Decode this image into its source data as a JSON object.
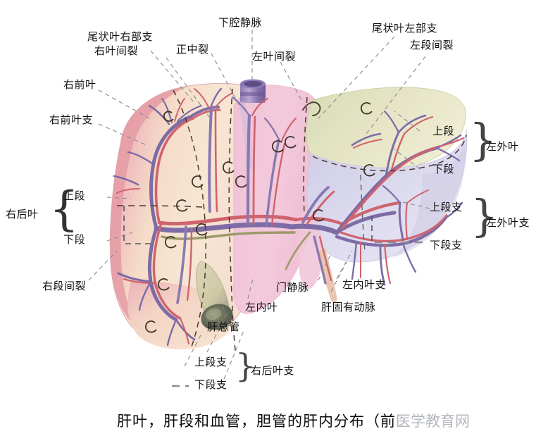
{
  "figure": {
    "title_zh": "肝叶，肝段和血管，胆管的肝内分布（前",
    "watermark": "医学教育网",
    "caption_suffix": ""
  },
  "labels": {
    "caudate_right_branch": "尾状叶右部支",
    "right_interlobar_fissure": "右叶间裂",
    "median_fissure": "正中裂",
    "inferior_vena_cava": "下腔静脉",
    "left_interlobar_fissure": "左叶间裂",
    "caudate_left_branch": "尾状叶左部支",
    "left_intersegmental_fissure": "左段间裂",
    "right_anterior_lobe": "右前叶",
    "right_anterior_lobe_branch": "右前叶支",
    "superior_segment_r": "上段",
    "inferior_segment_r": "下段",
    "right_posterior_lobe": "右后叶",
    "right_intersegmental_fissure": "右段间裂",
    "superior_segment_l": "上段",
    "inferior_segment_l": "下段",
    "left_lateral_lobe": "左外叶",
    "superior_segment_branch_l": "上段支",
    "inferior_segment_branch_l": "下段支",
    "left_lateral_lobe_branch": "左外叶支",
    "portal_vein": "门静脉",
    "left_medial_lobe_branch": "左内叶支",
    "proper_hepatic_artery": "肝固有动脉",
    "left_medial_lobe": "左内叶",
    "common_hepatic_duct": "肝总管",
    "superior_segment_branch_b": "上段支",
    "inferior_segment_branch_b": "下段支",
    "right_posterior_lobe_branch": "右后叶支"
  },
  "colors": {
    "right_lobe_pink": "#efb9bd",
    "right_lobe_inner": "#f6e2cf",
    "mid_pink": "#f2c9d9",
    "left_top_olive": "#dfe0bc",
    "left_lower_lavender": "#d9d8ea",
    "gallbladder": "#5d6152",
    "cystic_body": "#d9d3b4",
    "ivc_purple": "#6f5a9c",
    "artery_red": "#d9656d",
    "vein_purple": "#7e6fa8",
    "duct_olive": "#9c9a6a",
    "leader_line": "#8a8a8a",
    "dashed_dark": "#4a3a2e"
  }
}
